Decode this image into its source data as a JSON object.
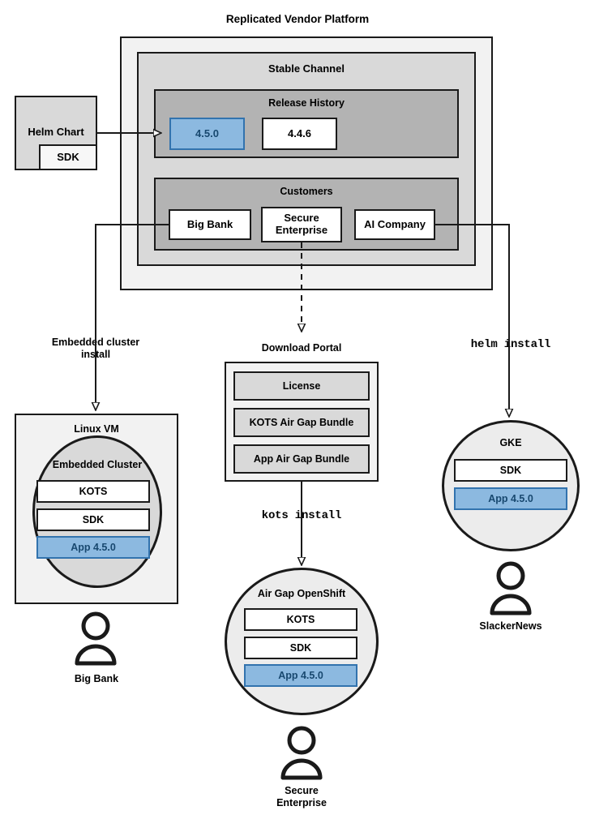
{
  "diagram": {
    "title": "Replicated Vendor Platform",
    "platform": {
      "stable_channel_label": "Stable Channel",
      "release_history": {
        "label": "Release History",
        "releases": [
          {
            "version": "4.5.0",
            "highlighted": true
          },
          {
            "version": "4.4.6",
            "highlighted": false
          }
        ]
      },
      "customers": {
        "label": "Customers",
        "items": [
          {
            "name": "Big Bank"
          },
          {
            "name": "Secure\nEnterprise"
          },
          {
            "name": "AI Company"
          }
        ]
      }
    },
    "helm_chart": {
      "label": "Helm Chart",
      "sdk_label": "SDK"
    },
    "edge_labels": {
      "embedded_cluster_install": "Embedded cluster\ninstall",
      "kots_install": "kots install",
      "helm_install": "helm install"
    },
    "targets": [
      {
        "id": "linux-vm",
        "label": "Linux VM",
        "inner_label": "Embedded Cluster",
        "components": [
          {
            "label": "KOTS",
            "highlighted": false
          },
          {
            "label": "SDK",
            "highlighted": false
          },
          {
            "label": "App 4.5.0",
            "highlighted": true
          }
        ],
        "customer": "Big Bank"
      },
      {
        "id": "air-gap-openshift",
        "label": "Air Gap OpenShift",
        "components": [
          {
            "label": "KOTS",
            "highlighted": false
          },
          {
            "label": "SDK",
            "highlighted": false
          },
          {
            "label": "App 4.5.0",
            "highlighted": true
          }
        ],
        "customer": "Secure\nEnterprise"
      },
      {
        "id": "gke",
        "label": "GKE",
        "components": [
          {
            "label": "SDK",
            "highlighted": false
          },
          {
            "label": "App 4.5.0",
            "highlighted": true
          }
        ],
        "customer": "SlackerNews"
      }
    ],
    "download_portal": {
      "label": "Download Portal",
      "artifacts": [
        {
          "label": "License"
        },
        {
          "label": "KOTS Air Gap Bundle"
        },
        {
          "label": "App Air Gap Bundle"
        }
      ]
    },
    "colors": {
      "highlight_fill": "#8cb9e0",
      "highlight_border": "#3273ae",
      "highlight_text": "#18486f",
      "level0_fill": "#f2f2f2",
      "level1_fill": "#d9d9d9",
      "level2_fill": "#b3b3b3",
      "stroke": "#1a1a1a"
    }
  }
}
